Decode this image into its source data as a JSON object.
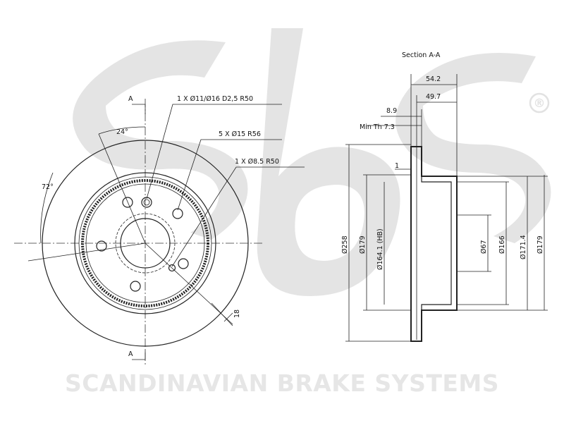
{
  "watermark": {
    "brand_text": "SCANDINAVIAN BRAKE SYSTEMS",
    "registered_mark": "®",
    "logo_color": "#e4e4e4"
  },
  "front_view": {
    "section_marker_top": "A",
    "section_marker_bottom": "A",
    "angle_small": "24°",
    "angle_large": "72°",
    "hole_note_1": "1 X Ø11/Ø16 D2,5 R50",
    "hole_note_2": "5 X Ø15 R56",
    "hole_note_3": "1 X Ø8.5 R50",
    "dim_radial": "18"
  },
  "section_view": {
    "title": "Section A-A",
    "dim_total_height": "54.2",
    "dim_hat_height": "49.7",
    "dim_thickness": "8.9",
    "dim_min_thickness": "Min Th 7.3",
    "dim_offset": "1",
    "dim_outer_diameter": "Ø258",
    "dim_inner_diameter": "Ø179",
    "dim_hb": "Ø164.1 (HB)",
    "dim_center_bore": "Ø67",
    "dim_hat_diameter": "Ø166",
    "dim_hat_outer": "Ø171.4",
    "dim_hat_flange": "Ø179"
  }
}
